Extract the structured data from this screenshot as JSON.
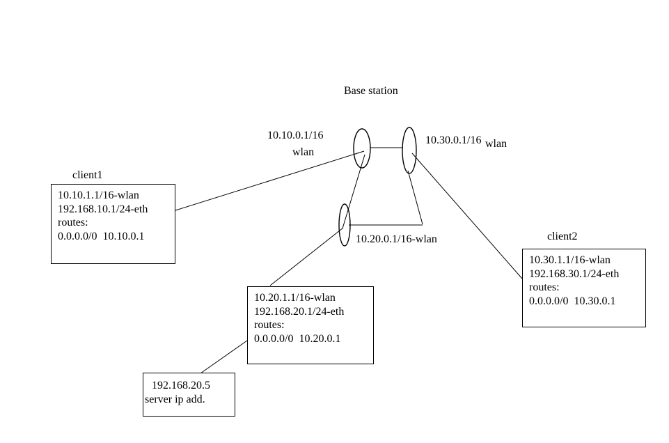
{
  "colors": {
    "ink": "#000000",
    "background": "#ffffff"
  },
  "labels": {
    "base_station": "Base station",
    "wlan_left_ip": "10.10.0.1/16",
    "wlan_left_name": "wlan",
    "wlan_right_ip": "10.30.0.1/16",
    "wlan_right_name": "wlan",
    "wlan_middle": "10.20.0.1/16-wlan",
    "client1_title": "client1",
    "client2_title": "client2"
  },
  "boxes": {
    "client1": {
      "lines": [
        "10.10.1.1/16-wlan",
        "192.168.10.1/24-eth",
        "routes:",
        "0.0.0.0/0  10.10.0.1"
      ]
    },
    "client2": {
      "lines": [
        "10.30.1.1/16-wlan",
        "192.168.30.1/24-eth",
        "routes:",
        "0.0.0.0/0  10.30.0.1"
      ]
    },
    "client3": {
      "lines": [
        "10.20.1.1/16-wlan",
        "192.168.20.1/24-eth",
        "routes:",
        "0.0.0.0/0  10.20.0.1"
      ]
    },
    "server": {
      "lines": [
        "192.168.20.5",
        "server ip add."
      ]
    }
  },
  "connections": [
    {
      "from": "base-station-wlan-left",
      "to": "client1"
    },
    {
      "from": "base-station-wlan-left",
      "to": "base-station-wlan-right"
    },
    {
      "from": "base-station-wlan-left",
      "to": "wlan-middle"
    },
    {
      "from": "base-station-wlan-right",
      "to": "wlan-middle"
    },
    {
      "from": "base-station-wlan-right",
      "to": "client2"
    },
    {
      "from": "wlan-middle",
      "to": "client3"
    },
    {
      "from": "client3",
      "to": "server"
    }
  ]
}
